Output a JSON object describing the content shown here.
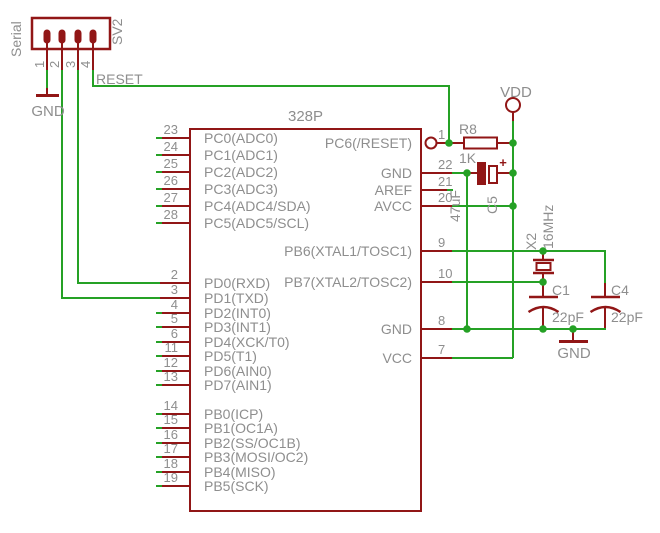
{
  "connector": {
    "name": "Serial",
    "ref": "SV2",
    "pin_numbers": [
      "1",
      "2",
      "3",
      "4"
    ],
    "gnd": "GND"
  },
  "nets": {
    "reset": "RESET"
  },
  "ic": {
    "ref": "328P",
    "left_pins": [
      {
        "num": "23",
        "name": "PC0(ADC0)"
      },
      {
        "num": "24",
        "name": "PC1(ADC1)"
      },
      {
        "num": "25",
        "name": "PC2(ADC2)"
      },
      {
        "num": "26",
        "name": "PC3(ADC3)"
      },
      {
        "num": "27",
        "name": "PC4(ADC4/SDA)"
      },
      {
        "num": "28",
        "name": "PC5(ADC5/SCL)"
      },
      {
        "num": "2",
        "name": "PD0(RXD)"
      },
      {
        "num": "3",
        "name": "PD1(TXD)"
      },
      {
        "num": "4",
        "name": "PD2(INT0)"
      },
      {
        "num": "5",
        "name": "PD3(INT1)"
      },
      {
        "num": "6",
        "name": "PD4(XCK/T0)"
      },
      {
        "num": "11",
        "name": "PD5(T1)"
      },
      {
        "num": "12",
        "name": "PD6(AIN0)"
      },
      {
        "num": "13",
        "name": "PD7(AIN1)"
      },
      {
        "num": "14",
        "name": "PB0(ICP)"
      },
      {
        "num": "15",
        "name": "PB1(OC1A)"
      },
      {
        "num": "16",
        "name": "PB2(SS/OC1B)"
      },
      {
        "num": "17",
        "name": "PB3(MOSI/OC2)"
      },
      {
        "num": "18",
        "name": "PB4(MISO)"
      },
      {
        "num": "19",
        "name": "PB5(SCK)"
      }
    ],
    "right_pins": [
      {
        "num": "1",
        "name": "PC6(/RESET)"
      },
      {
        "num": "22",
        "name": "GND"
      },
      {
        "num": "21",
        "name": "AREF"
      },
      {
        "num": "20",
        "name": "AVCC"
      },
      {
        "num": "9",
        "name": "PB6(XTAL1/TOSC1)"
      },
      {
        "num": "10",
        "name": "PB7(XTAL2/TOSC2)"
      },
      {
        "num": "8",
        "name": "GND"
      },
      {
        "num": "7",
        "name": "VCC"
      }
    ]
  },
  "r8": {
    "ref": "R8",
    "value": "1K"
  },
  "c5": {
    "ref": "C5",
    "value": "47uF",
    "polarity": "+"
  },
  "x2": {
    "ref": "X2",
    "value": "16MHz"
  },
  "c1": {
    "ref": "C1",
    "value": "22pF"
  },
  "c4": {
    "ref": "C4",
    "value": "22pF"
  },
  "power": {
    "vdd": "VDD",
    "gnd": "GND"
  },
  "colors": {
    "component": "#911616",
    "net": "#25a125",
    "label": "#8e8e8e",
    "background": "#ffffff"
  }
}
